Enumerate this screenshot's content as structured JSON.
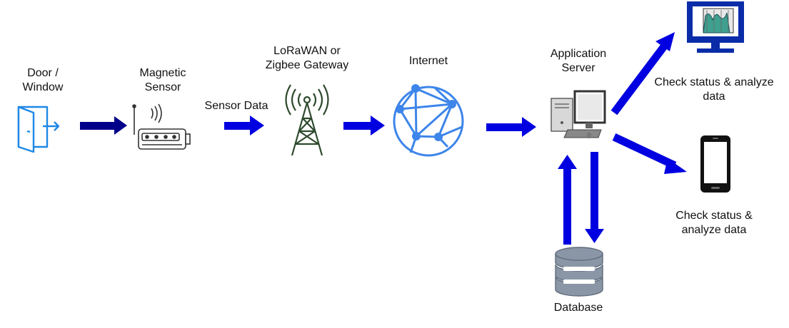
{
  "labels": {
    "door_window": "Door /\nWindow",
    "magnetic_sensor": "Magnetic\nSensor",
    "sensor_data": "Sensor Data",
    "gateway": "LoRaWAN or\nZigbee Gateway",
    "internet": "Internet",
    "app_server": "Application\nServer",
    "check_monitor": "Check status  & analyze\ndata",
    "check_phone": "Check status &\nanalyze data",
    "database": "Database"
  },
  "colors": {
    "arrow_main": "#0000e0",
    "arrow_dark": "#00008b",
    "door": "#1e88e5",
    "internet": "#3d85ea",
    "gateway": "#2e4a2e",
    "monitor": "#0a2ca8",
    "database": "#8a96a6"
  }
}
